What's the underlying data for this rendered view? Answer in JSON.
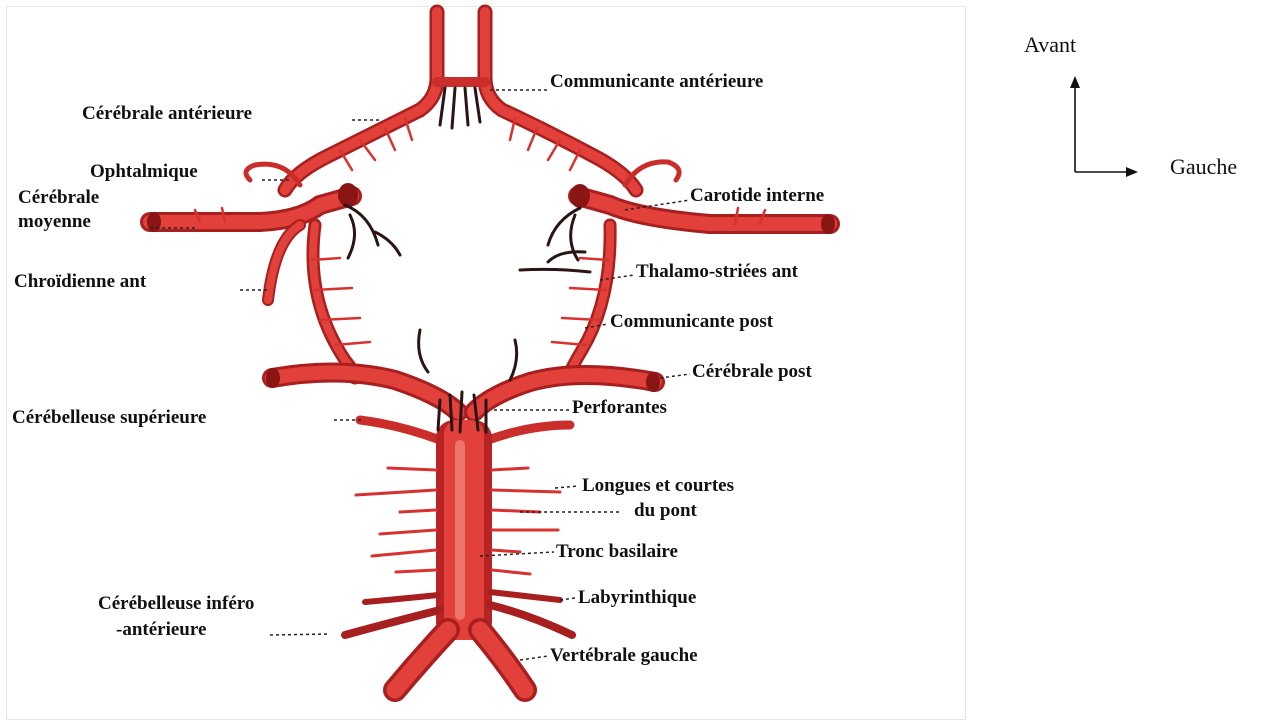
{
  "colors": {
    "artery": "#d8322f",
    "artery_dark": "#9e1b1b",
    "artery_highlight": "#f28a80",
    "perforator": "#2a1414",
    "leader": "#222222",
    "text": "#111111"
  },
  "labels": {
    "communicante_anterieure": "Communicante antérieure",
    "cerebrale_anterieure": "Cérébrale antérieure",
    "ophtalmique": "Ophtalmique",
    "cerebrale_moyenne_1": "Cérébrale",
    "cerebrale_moyenne_2": "moyenne",
    "carotide_interne": "Carotide interne",
    "choroidienne_ant": "Chroïdienne ant",
    "thalamo_striees_ant": "Thalamo-striées ant",
    "communicante_post": "Communicante post",
    "cerebrale_post": "Cérébrale post",
    "perforantes": "Perforantes",
    "cerebelleuse_superieure": "Cérébelleuse supérieure",
    "longues_courtes_1": "Longues et courtes",
    "longues_courtes_2": "du pont",
    "tronc_basilaire": "Tronc basilaire",
    "cerebelleuse_infero_1": "Cérébelleuse inféro",
    "cerebelleuse_infero_2": "-antérieure",
    "labyrinthique": "Labyrinthique",
    "vertebrale_gauche": "Vertébrale gauche"
  },
  "orientation": {
    "avant": "Avant",
    "gauche": "Gauche"
  }
}
